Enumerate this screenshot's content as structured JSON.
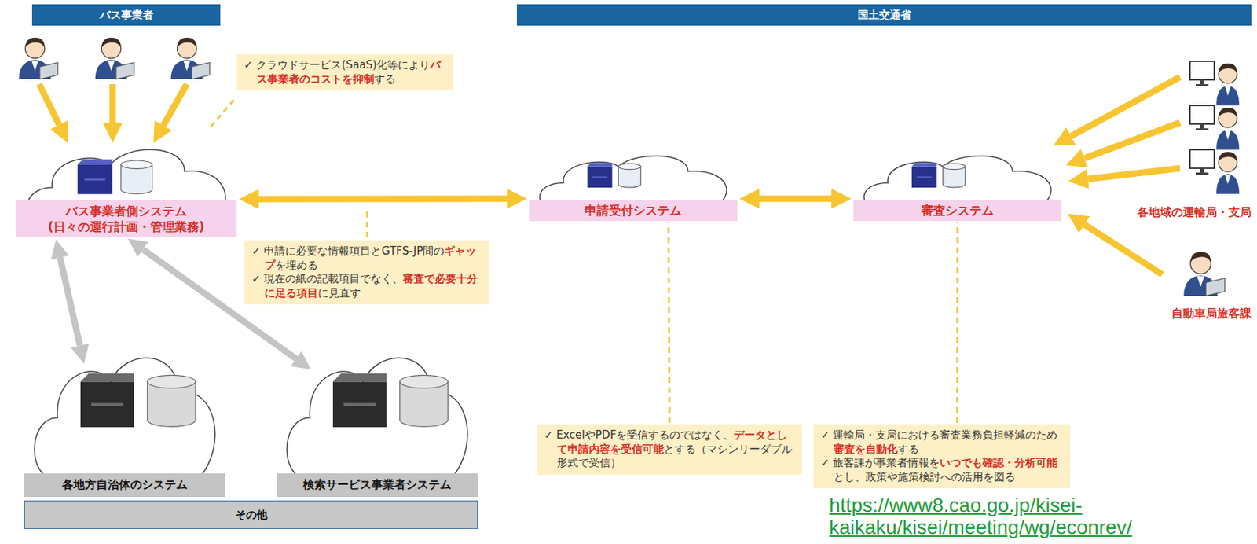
{
  "diagram": {
    "nodes": [
      {
        "text": [
          "バス事業者"
        ]
      },
      {
        "text": [
          "国土交通省"
        ]
      },
      {
        "text": [
          "バス事業者側システム (日々の運行計画・管理業務)"
        ]
      },
      {
        "text": [
          "申請受付システム"
        ]
      },
      {
        "text": [
          "審査システム"
        ]
      },
      {
        "text": [
          "各地方自治体のシステム"
        ]
      },
      {
        "text": [
          "検索サービス事業者システム"
        ]
      },
      {
        "text": [
          "その他"
        ]
      },
      {
        "text": [
          "✓ クラウドサービス(SaaS)化等により",
          "バス事業者のコストを抑制",
          "する"
        ]
      },
      {
        "text": [
          "✓ 申請に必要な情報項目とGTFS-JP間の",
          "ギャップ",
          "を埋める",
          "✓ 現在の紙の記載項目でなく、",
          "審査で必要十分に足る項目",
          "に見直す"
        ]
      },
      {
        "text": [
          "✓ ExcelやPDFを受信するのではなく、",
          "データとして申請内容を受信可能",
          "とする（マシンリーダブル形式で受信）"
        ]
      },
      {
        "text": [
          "✓ 運輸局・支局における審査業務負担軽減のため",
          "審査を自動化",
          "する",
          "✓ 旅客課が事業者情報を",
          "いつでも確認・分析可能",
          "とし、政策や施策検討への活用を図る"
        ]
      }
    ],
    "edges": [
      {
        "from": 2,
        "to": 3,
        "arrow": "both"
      },
      {
        "from": 3,
        "to": 4,
        "arrow": "both"
      },
      {
        "from": 2,
        "to": 5,
        "arrow": "both"
      },
      {
        "from": 2,
        "to": 6,
        "arrow": "both"
      },
      {
        "from": 10,
        "to": 3,
        "arrow": "none"
      },
      {
        "from": 11,
        "to": 4,
        "arrow": "none"
      }
    ],
    "labels": [
      "各地域の運輸局・支局",
      "自動車局旅客課",
      "https://www8.cao.go.jp/kisei-kaikaku/kisei/meeting/wg/econrev/"
    ]
  }
}
